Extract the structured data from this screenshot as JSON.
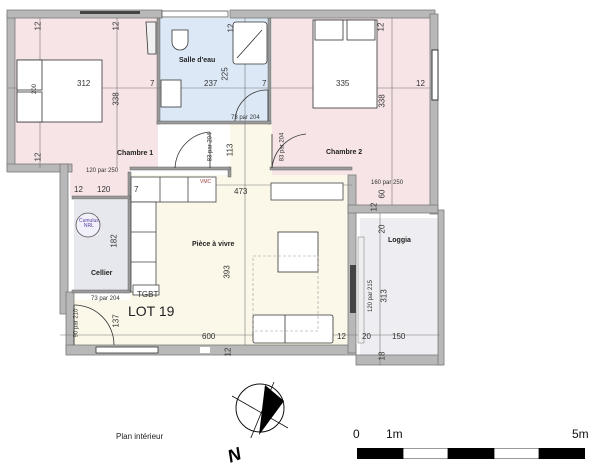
{
  "title": "Plan intérieur",
  "lot": "LOT 19",
  "rooms": {
    "chambre1": {
      "label": "Chambre 1",
      "width": "312",
      "depth": "338",
      "bed": "200"
    },
    "salle_eau": {
      "label": "Salle d'eau",
      "width": "237",
      "depth": "225",
      "door": "73 par 204"
    },
    "chambre2": {
      "label": "Chambre 2",
      "width": "335",
      "depth": "338"
    },
    "piece_vivre": {
      "label": "Pièce à vivre",
      "width": "473",
      "depth": "393",
      "total_width": "600",
      "corridor": "113"
    },
    "cellier": {
      "label": "Cellier",
      "depth": "182",
      "door": "73 par 204",
      "tgbt": "TGBT",
      "cumulus": "Cumulus\nNRL"
    },
    "loggia": {
      "label": "Loggia",
      "depth": "313",
      "width": "150",
      "door": "120 par 215"
    },
    "entree": {
      "depth": "137",
      "door": "90 par 210"
    }
  },
  "dimensions": {
    "wall_12": "12",
    "wall_7": "7",
    "wall_20": "20",
    "wall_18": "18",
    "wall_60": "60",
    "window_ch1": "120 par 250",
    "window_ch2": "160 par 250",
    "door_ch1": "83 par 204",
    "door_ch2": "83 par 204",
    "closet_120": "120",
    "vmc": "VMC"
  },
  "compass": {
    "north_label": "N"
  },
  "scale_bar": {
    "labels": [
      "0",
      "1m",
      "5m"
    ],
    "segments": 5
  },
  "colors": {
    "bedroom": "#f6e4e6",
    "bathroom": "#dce8f6",
    "living": "#fbf8ea",
    "cellier": "#e6e8ee",
    "loggia": "#eeeef2",
    "wall": "#8a8a8a",
    "wall_fill": "#b8b8b8"
  }
}
